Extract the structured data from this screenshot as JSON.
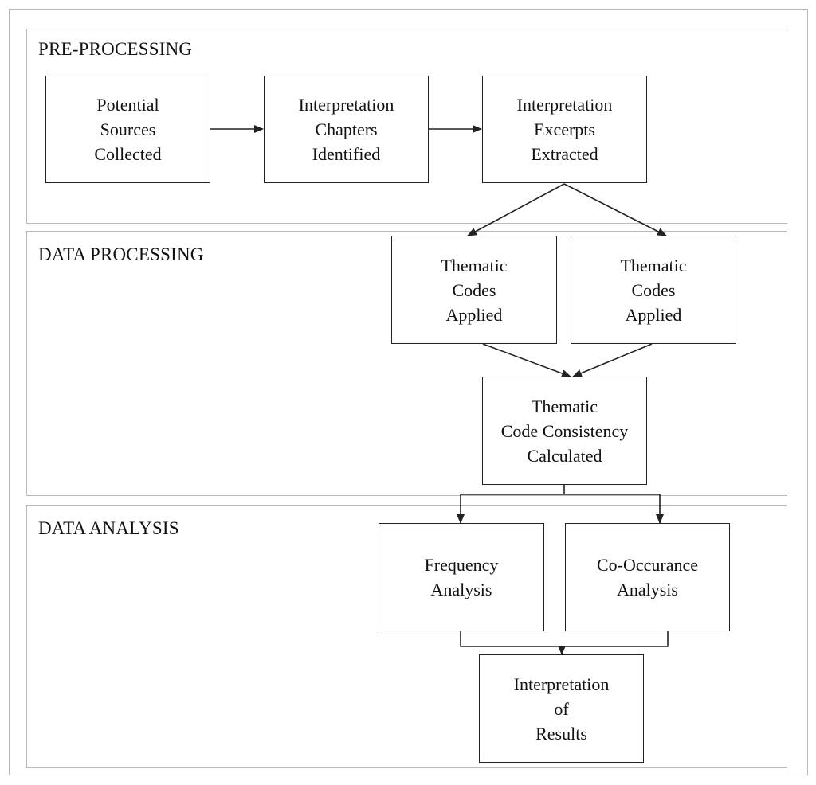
{
  "sections": {
    "pre_processing": "PRE-PROCESSING",
    "data_processing": "DATA PROCESSING",
    "data_analysis": "DATA ANALYSIS"
  },
  "nodes": {
    "potential_sources": "Potential\nSources\nCollected",
    "interpretation_chapters": "Interpretation\nChapters\nIdentified",
    "interpretation_excerpts": "Interpretation\nExcerpts\nExtracted",
    "thematic_codes_1": "Thematic\nCodes\nApplied",
    "thematic_codes_2": "Thematic\nCodes\nApplied",
    "code_consistency": "Thematic\nCode Consistency\nCalculated",
    "frequency_analysis": "Frequency\nAnalysis",
    "co_occurance_analysis": "Co-Occurance\nAnalysis",
    "interpretation_results": "Interpretation\nof\nResults"
  },
  "colors": {
    "frame_border": "#b9b9b9",
    "box_border": "#222222",
    "arrow": "#222222"
  }
}
